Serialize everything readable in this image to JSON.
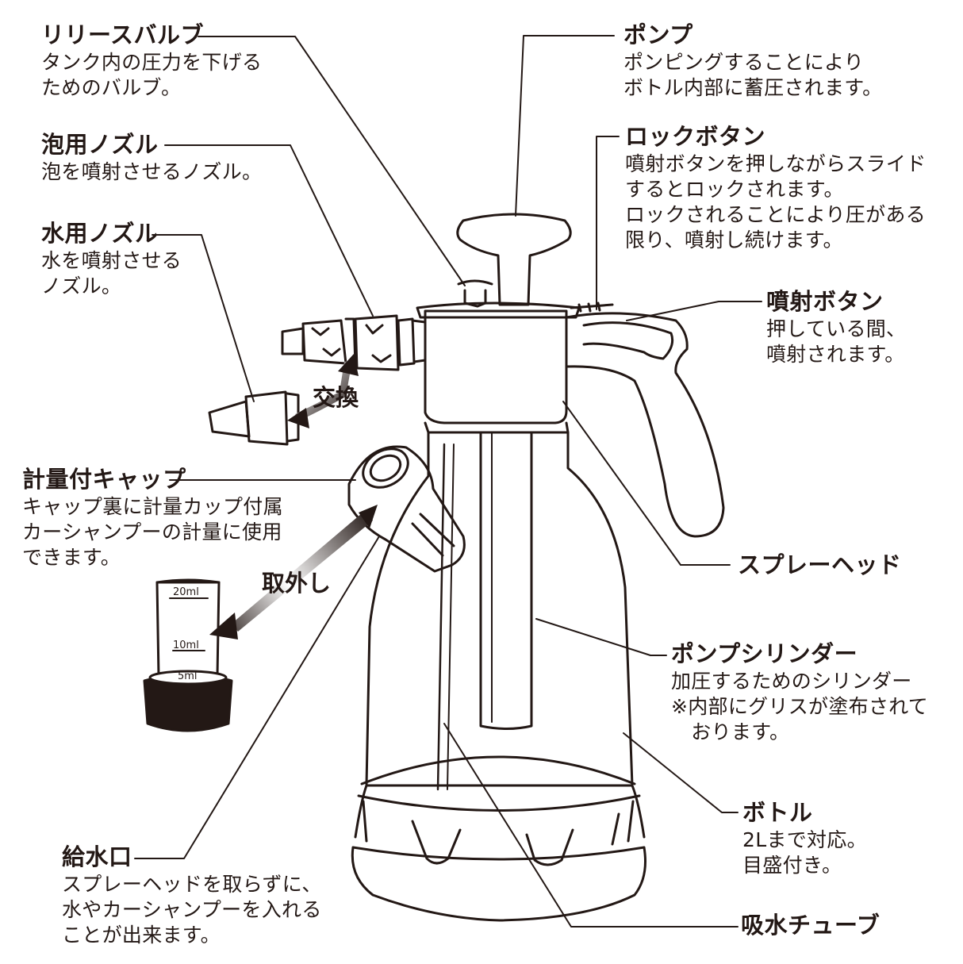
{
  "labels": {
    "release_valve": {
      "title": "リリースバルブ",
      "lines": [
        "タンク内の圧力を下げる",
        "ためのバルブ。"
      ]
    },
    "foam_nozzle": {
      "title": "泡用ノズル",
      "lines": [
        "泡を噴射させるノズル。"
      ]
    },
    "water_nozzle": {
      "title": "水用ノズル",
      "lines": [
        "水を噴射させる",
        "ノズル。"
      ]
    },
    "measure_cap": {
      "title": "計量付キャップ",
      "lines": [
        "キャップ裏に計量カップ付属",
        "カーシャンプーの計量に使用",
        "できます。"
      ]
    },
    "inlet": {
      "title": "給水口",
      "lines": [
        "スプレーヘッドを取らずに、",
        "水やカーシャンプーを入れる",
        "ことが出来ます。"
      ]
    },
    "pump": {
      "title": "ポンプ",
      "lines": [
        "ポンピングすることにより",
        "ボトル内部に蓄圧されます。"
      ]
    },
    "lock_button": {
      "title": "ロックボタン",
      "lines": [
        "噴射ボタンを押しながらスライド",
        "するとロックされます。",
        "ロックされることにより圧がある",
        "限り、噴射し続けます。"
      ]
    },
    "spray_button": {
      "title": "噴射ボタン",
      "lines": [
        "押している間、",
        "噴射されます。"
      ]
    },
    "spray_head": {
      "title": "スプレーヘッド",
      "lines": []
    },
    "pump_cylinder": {
      "title": "ポンプシリンダー",
      "lines": [
        "加圧するためのシリンダー",
        "※内部にグリスが塗布されて",
        "　おります。"
      ]
    },
    "bottle": {
      "title": "ボトル",
      "lines": [
        "2Lまで対応。",
        "目盛付き。"
      ]
    },
    "suction_tube": {
      "title": "吸水チューブ",
      "lines": []
    }
  },
  "actions": {
    "exchange": "交換",
    "remove": "取外し"
  },
  "cup_marks": [
    "20ml",
    "10ml",
    "5ml"
  ],
  "colors": {
    "ink": "#231815",
    "background": "#ffffff"
  }
}
